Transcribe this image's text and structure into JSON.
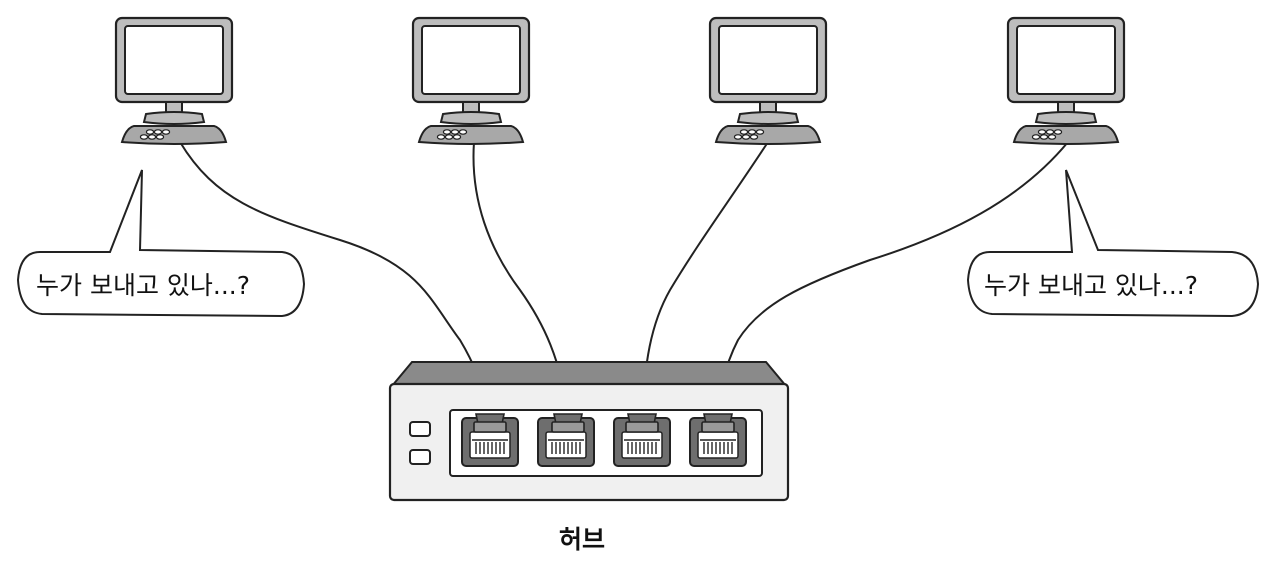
{
  "hub": {
    "label": "허브",
    "port_count": 4,
    "led_count": 2
  },
  "computers": [
    {
      "id": "pc-1"
    },
    {
      "id": "pc-2"
    },
    {
      "id": "pc-3"
    },
    {
      "id": "pc-4"
    }
  ],
  "speech_bubbles": [
    {
      "id": "bubble-left",
      "text": "누가 보내고 있나...?"
    },
    {
      "id": "bubble-right",
      "text": "누가 보내고 있나...?"
    }
  ],
  "colors": {
    "outline": "#222222",
    "screen_gray": "#bdbdbd",
    "hub_body": "#f0f0f0",
    "hub_top": "#8a8a8a",
    "port_dark": "#6e6e6e"
  }
}
